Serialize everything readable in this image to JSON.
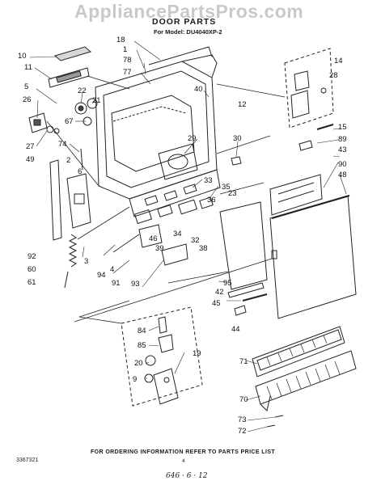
{
  "watermark": "AppliancePartsPros.com",
  "title": "DOOR PARTS",
  "subtitle": "For Model: DU4040XP-2",
  "footer": "FOR ORDERING INFORMATION REFER TO PARTS PRICE LIST",
  "drawing_id": "3367321",
  "page_number": "4",
  "handwritten_note": "646 · 6 · 12",
  "callouts": [
    "18",
    "1",
    "78",
    "77",
    "10",
    "11",
    "5",
    "26",
    "22",
    "21",
    "40",
    "14",
    "28",
    "12",
    "67",
    "27",
    "74",
    "2",
    "49",
    "6",
    "29",
    "30",
    "15",
    "89",
    "43",
    "90",
    "48",
    "33",
    "35",
    "23",
    "36",
    "46",
    "39",
    "34",
    "32",
    "38",
    "92",
    "60",
    "61",
    "3",
    "4",
    "94",
    "91",
    "93",
    "95",
    "42",
    "45",
    "44",
    "84",
    "85",
    "19",
    "20",
    "9",
    "71",
    "70",
    "73",
    "72"
  ]
}
